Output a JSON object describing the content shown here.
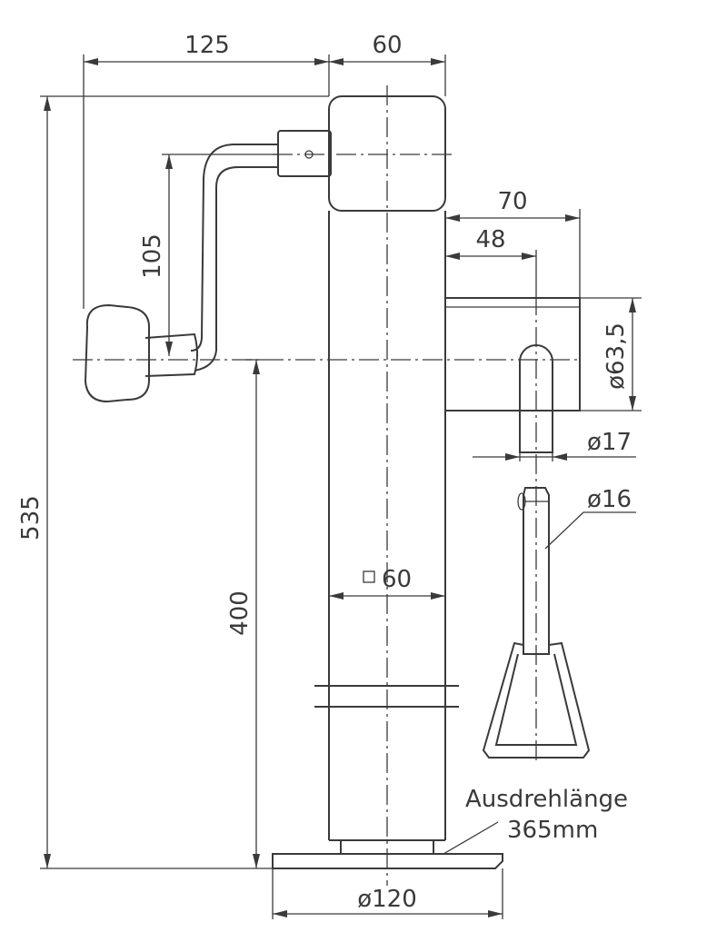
{
  "colors": {
    "line": "#3a3a3a",
    "background": "#ffffff"
  },
  "dimensions": {
    "crank_offset": "125",
    "tube_width_top": "60",
    "overall_height": "535",
    "crank_drop": "105",
    "bracket_width": "70",
    "pin_offset": "48",
    "bracket_diameter": "ø63,5",
    "pin_diameter": "ø17",
    "lock_pin_diameter": "ø16",
    "inner_square": "60",
    "inner_height": "400",
    "foot_diameter": "ø120"
  },
  "note": {
    "line1": "Ausdrehlänge",
    "line2": "365mm"
  }
}
